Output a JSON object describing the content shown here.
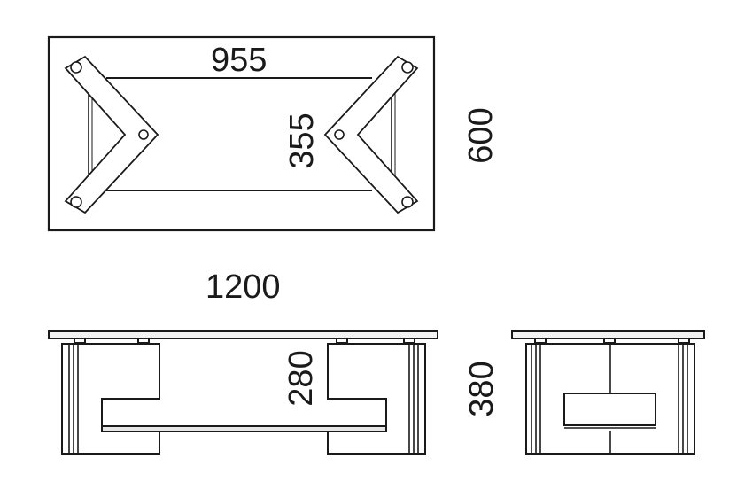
{
  "dimensions": {
    "top_inner_length": "955",
    "top_inner_width": "355",
    "top_width": "600",
    "overall_length": "1200",
    "inner_height": "280",
    "overall_height": "380"
  },
  "colors": {
    "line": "#1a1a1a",
    "glass_top": "#f2f2f2",
    "background": "#ffffff"
  }
}
